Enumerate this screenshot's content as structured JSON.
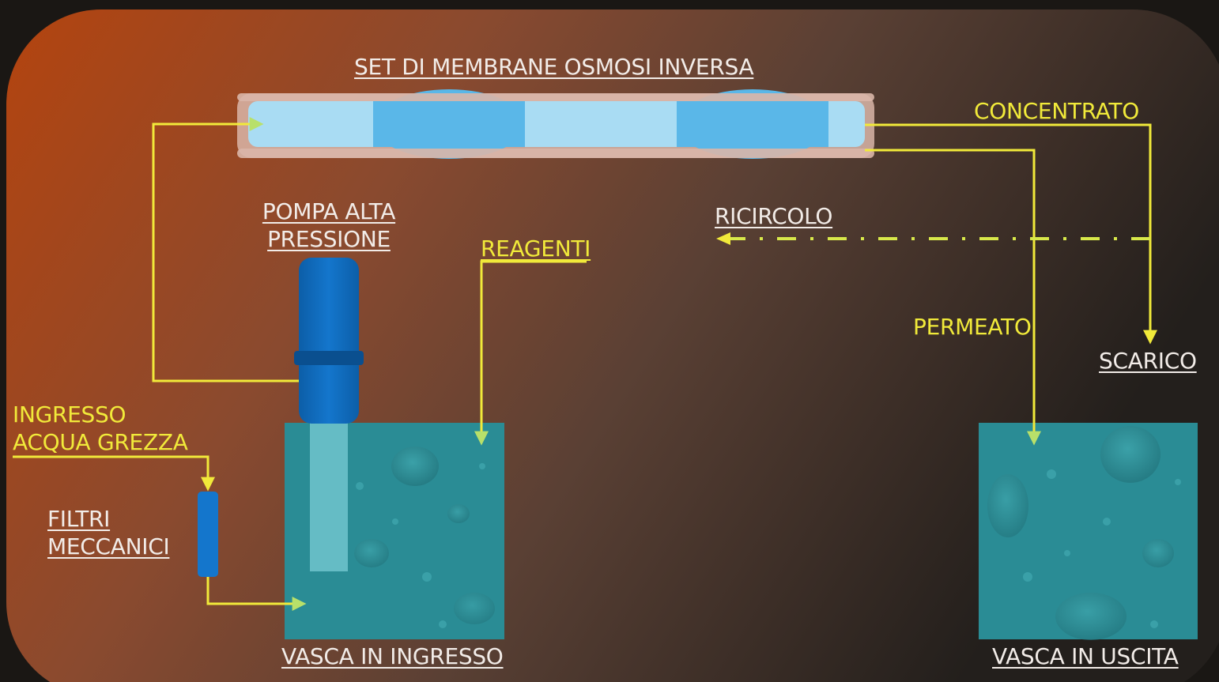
{
  "title": "SET DI MEMBRANE OSMOSI INVERSA",
  "labels": {
    "pump_line1": "POMPA ALTA",
    "pump_line2": "PRESSIONE",
    "reagents": "REAGENTI",
    "recirculation": "RICIRCOLO",
    "concentrate": "CONCENTRATO",
    "permeate": "PERMEATO",
    "discharge": "SCARICO",
    "inlet_line1": "INGRESSO",
    "inlet_line2": "ACQUA GREZZA",
    "filters_line1": "FILTRI",
    "filters_line2": "MECCANICI",
    "inlet_tank": "VASCA IN INGRESSO",
    "outlet_tank": "VASCA IN USCITA"
  },
  "colors": {
    "flow_line": "#f1ea3a",
    "membrane": "#5ab7e8",
    "membrane_light": "#a9dcf3",
    "pump": "#0f6cc0",
    "water": "#2a8c95",
    "background_warm": "#b4440f",
    "background_dark": "#231f1c"
  }
}
